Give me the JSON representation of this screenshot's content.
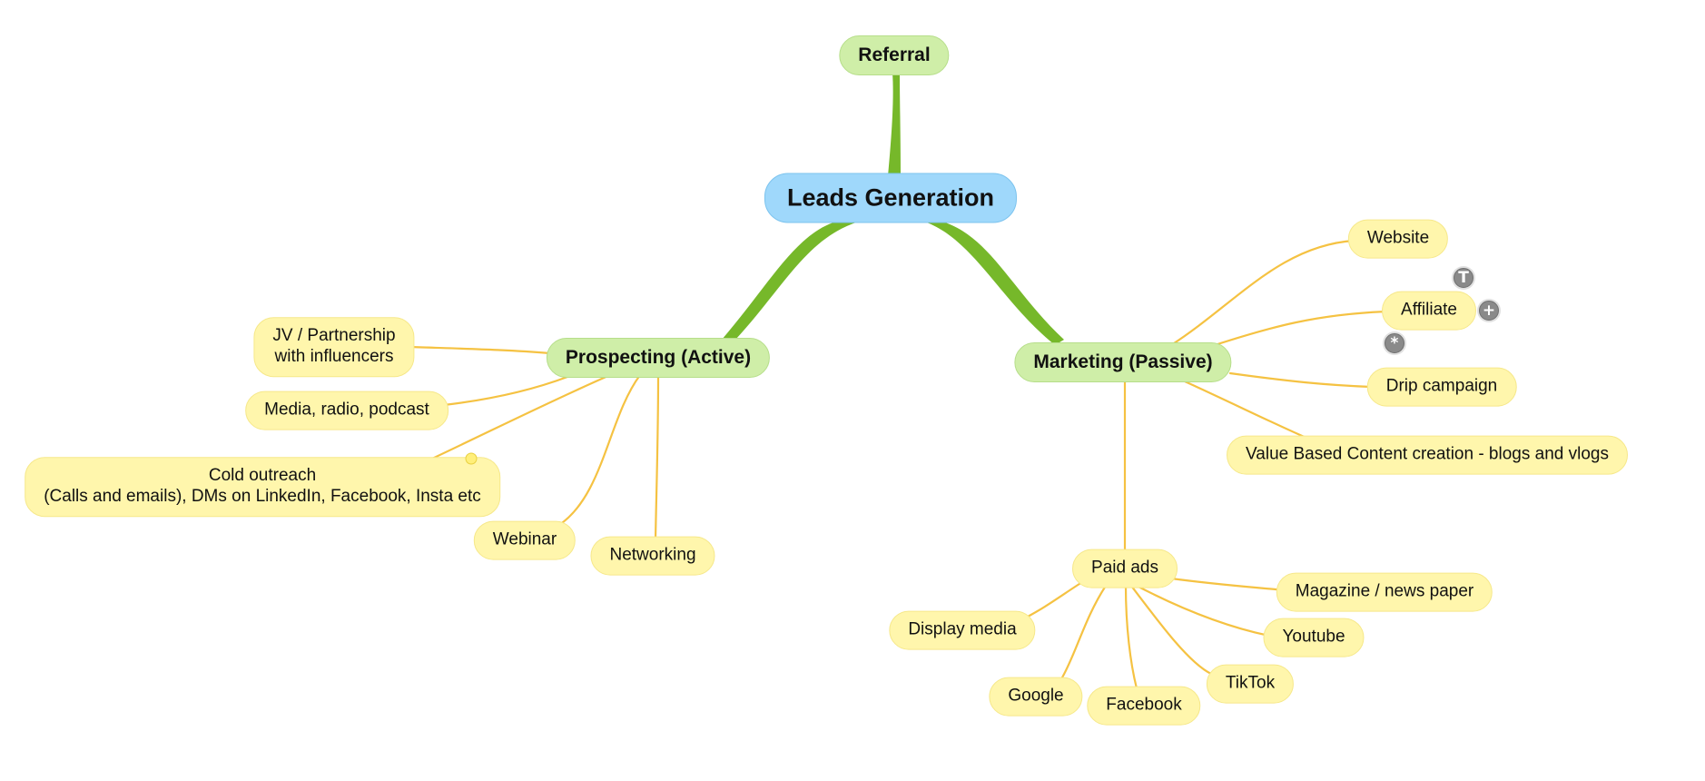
{
  "central": {
    "label": "Leads Generation"
  },
  "branches": {
    "referral": {
      "label": "Referral"
    },
    "prospecting": {
      "label": "Prospecting (Active)",
      "children": [
        "JV / Partnership\nwith influencers",
        "Media, radio, podcast",
        "Cold outreach\n(Calls and emails), DMs on LinkedIn, Facebook, Insta etc",
        "Webinar",
        "Networking"
      ]
    },
    "marketing": {
      "label": "Marketing (Passive)",
      "children": [
        "Website",
        "Affiliate",
        "Drip campaign",
        "Value Based Content creation - blogs and vlogs",
        "Paid ads"
      ],
      "paid_ads_children": [
        "Magazine / news paper",
        "Youtube",
        "TikTok",
        "Facebook",
        "Google",
        "Display media"
      ]
    }
  },
  "colors": {
    "main_branch_line": "#76b82a",
    "sub_branch_line": "#f5c242"
  },
  "icons": [
    "task-marker-icon",
    "add-node-icon",
    "asterisk-icon"
  ]
}
